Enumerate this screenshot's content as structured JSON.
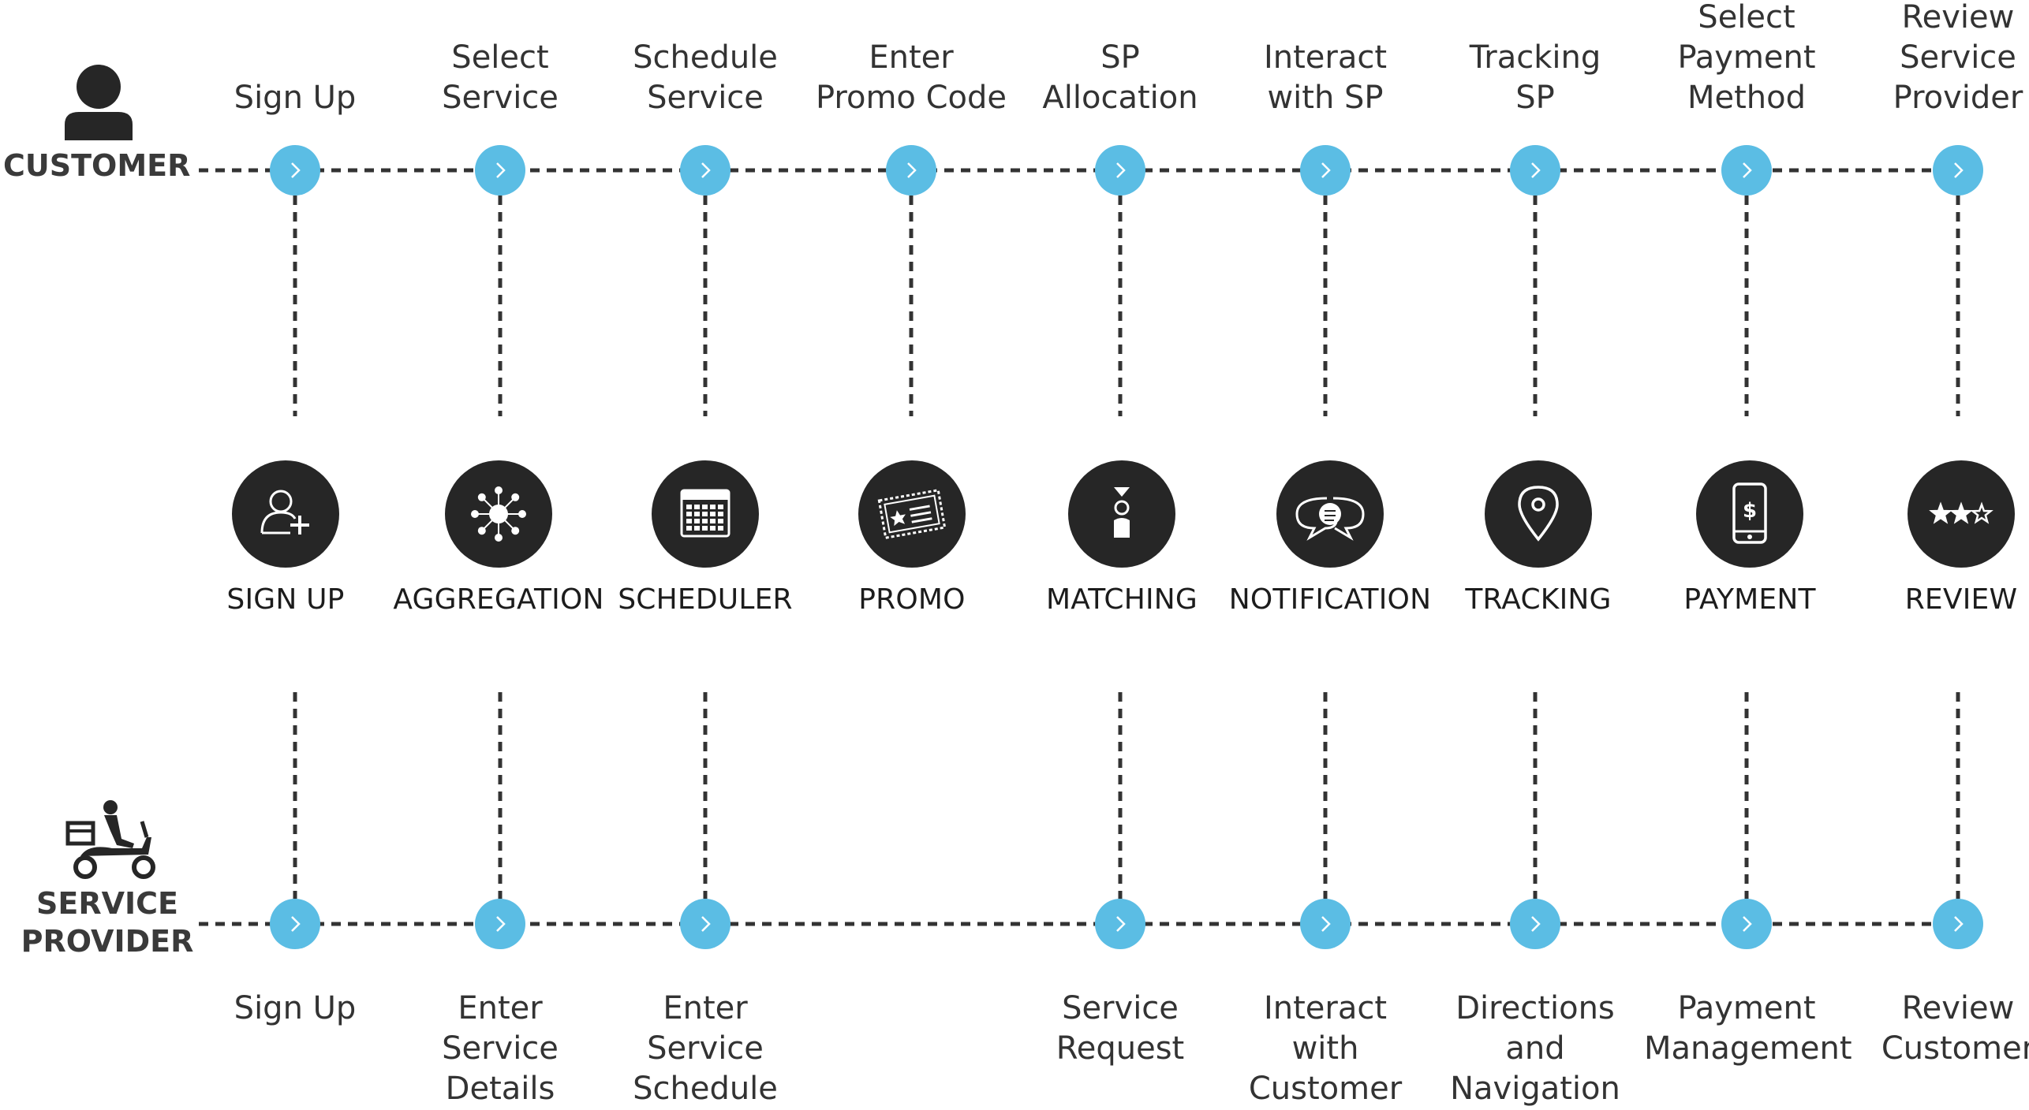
{
  "roles": {
    "customer": "CUSTOMER",
    "service_provider": "SERVICE\nPROVIDER"
  },
  "colors": {
    "node": "#5bbde4",
    "icon_bg": "#262626",
    "dash": "#333333"
  },
  "columns": [
    {
      "customer_step": "Sign Up",
      "module": "SIGN UP",
      "module_icon": "user-plus-icon",
      "sp_step": "Sign Up"
    },
    {
      "customer_step": "Select\nService",
      "module": "AGGREGATION",
      "module_icon": "network-hub-icon",
      "sp_step": "Enter\nService\nDetails"
    },
    {
      "customer_step": "Schedule\nService",
      "module": "SCHEDULER",
      "module_icon": "calendar-icon",
      "sp_step": "Enter\nService\nSchedule"
    },
    {
      "customer_step": "Enter\nPromo Code",
      "module": "PROMO",
      "module_icon": "ticket-icon",
      "sp_step": null
    },
    {
      "customer_step": "SP\nAllocation",
      "module": "MATCHING",
      "module_icon": "person-pin-icon",
      "sp_step": "Service\nRequest"
    },
    {
      "customer_step": "Interact\nwith SP",
      "module": "NOTIFICATION",
      "module_icon": "chat-bubbles-icon",
      "sp_step": "Interact\nwith\nCustomer"
    },
    {
      "customer_step": "Tracking\nSP",
      "module": "TRACKING",
      "module_icon": "map-pin-icon",
      "sp_step": "Directions\nand\nNavigation"
    },
    {
      "customer_step": "Select\nPayment\nMethod",
      "module": "PAYMENT",
      "module_icon": "mobile-payment-icon",
      "sp_step": "Payment\nManagement"
    },
    {
      "customer_step": "Review\nService\nProvider",
      "module": "REVIEW",
      "module_icon": "star-rating-icon",
      "sp_step": "Review\nCustomer"
    }
  ]
}
